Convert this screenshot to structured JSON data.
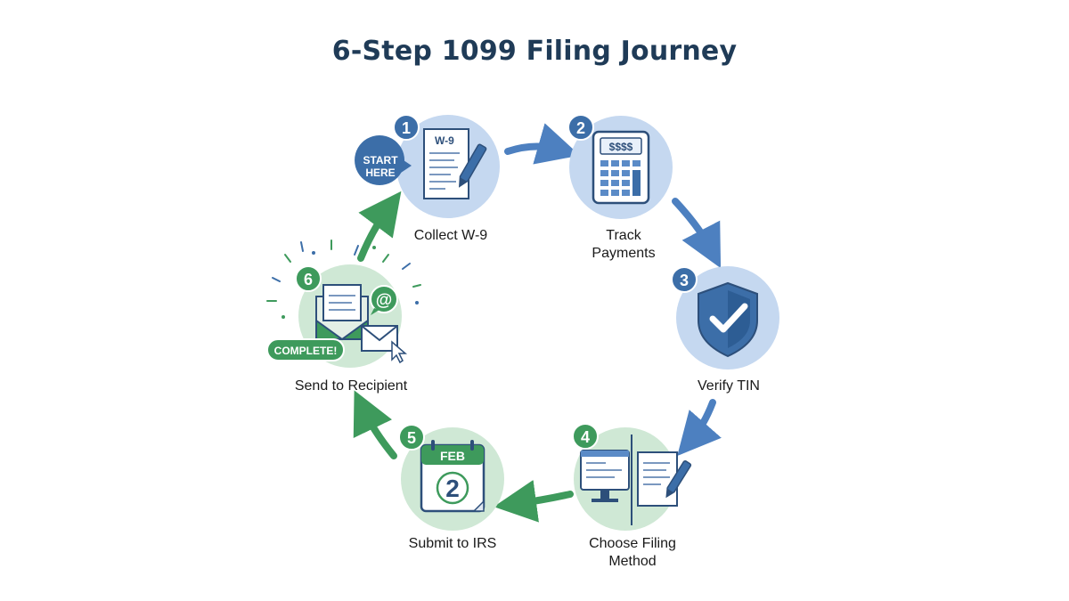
{
  "title": "6-Step 1099 Filing Journey",
  "colors": {
    "blue_light": "#c5d8f0",
    "blue_dark": "#3c6ea8",
    "green_light": "#cfe8d5",
    "green_dark": "#3e9a5c",
    "ink": "#2d4f7a",
    "title": "#1f3b57"
  },
  "steps": [
    {
      "number": "1",
      "label": "Collect W-9",
      "icon": "w9-form-pen-icon",
      "form_label": "W-9",
      "badge": "START\nHERE",
      "badge_line1": "START",
      "badge_line2": "HERE"
    },
    {
      "number": "2",
      "label_line1": "Track",
      "label_line2": "Payments",
      "icon": "calculator-icon",
      "display": "$$$$"
    },
    {
      "number": "3",
      "label": "Verify TIN",
      "icon": "shield-check-icon"
    },
    {
      "number": "4",
      "label_line1": "Choose Filing",
      "label_line2": "Method",
      "icon": "monitor-and-paper-form-icon"
    },
    {
      "number": "5",
      "label": "Submit to IRS",
      "icon": "calendar-icon",
      "month": "FEB",
      "day": "2"
    },
    {
      "number": "6",
      "label": "Send to Recipient",
      "icon": "envelope-email-icon",
      "at_symbol": "@",
      "badge": "COMPLETE!"
    }
  ]
}
